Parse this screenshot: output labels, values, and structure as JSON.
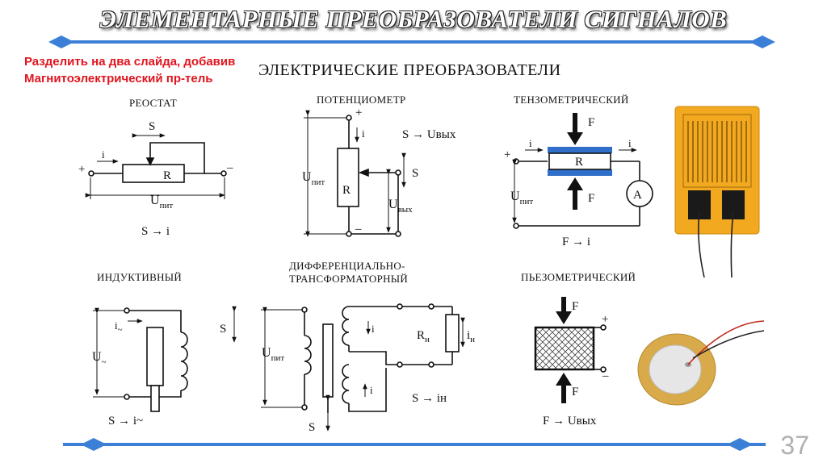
{
  "slide": {
    "title": "ЭЛЕМЕНТАРНЫЕ ПРЕОБРАЗОВАТЕЛИ СИГНАЛОВ",
    "note_line1": "Разделить на два слайда, добавив",
    "note_line2": "Магнитоэлектрический  пр-тель",
    "subtitle": "ЭЛЕКТРИЧЕСКИЕ ПРЕОБРАЗОВАТЕЛИ",
    "page_number": "37",
    "accent_color": "#3b7fd6"
  },
  "sections": {
    "rheostat": {
      "title": "РЕОСТАТ",
      "relation": "S → i"
    },
    "potentiometer": {
      "title": "ПОТЕНЦИОМЕТР",
      "relation": "S → Uвых"
    },
    "tensometric": {
      "title": "ТЕНЗОМЕТРИЧЕСКИЙ",
      "relation": "F → i"
    },
    "inductive": {
      "title": "ИНДУКТИВНЫЙ",
      "relation": "S → i~"
    },
    "diff_transformer": {
      "title_line1": "ДИФФЕРЕНЦИАЛЬНО-",
      "title_line2": "ТРАНСФОРМАТОРНЫЙ",
      "relation": "S → iн"
    },
    "piezometric": {
      "title": "ПЬЕЗОМЕТРИЧЕСКИЙ",
      "relation": "F → Uвых"
    }
  }
}
